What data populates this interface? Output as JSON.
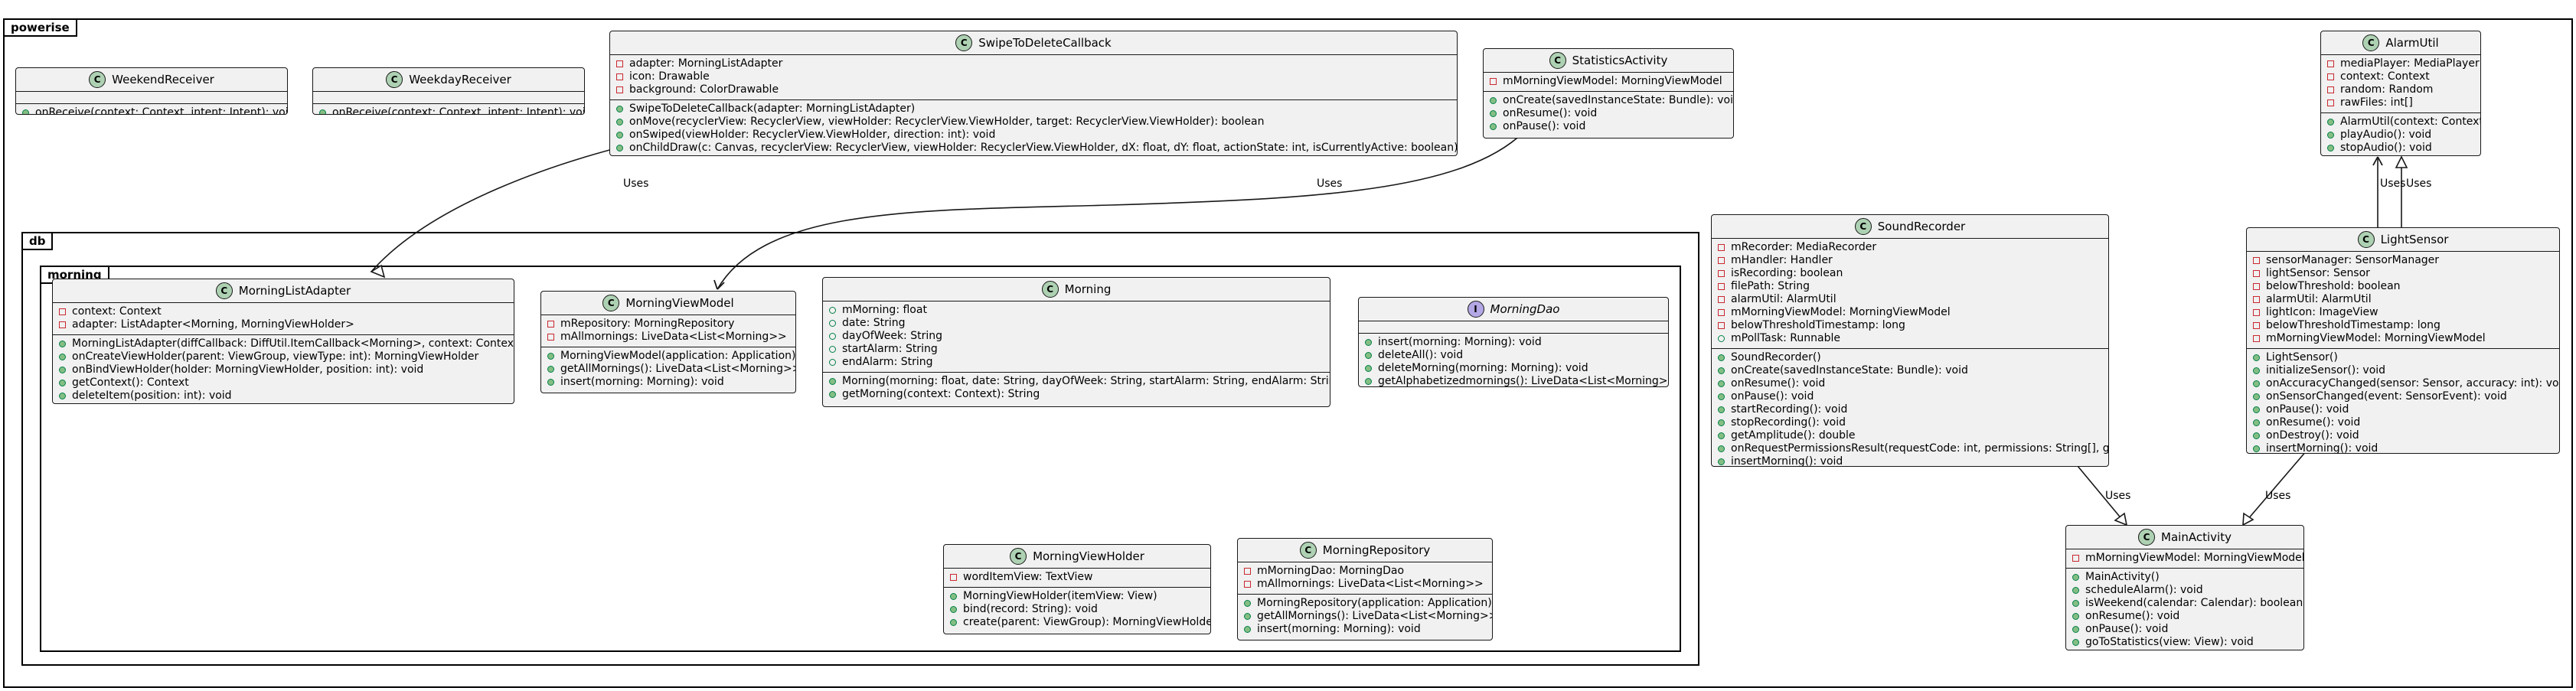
{
  "packages": {
    "root": "powerise",
    "db": "db",
    "morning": "morning"
  },
  "classes": {
    "weekend_receiver": {
      "name": "WeekendReceiver",
      "fields": [],
      "methods": [
        {
          "vis": "public",
          "text": "onReceive(context: Context, intent: Intent): void"
        }
      ]
    },
    "weekday_receiver": {
      "name": "WeekdayReceiver",
      "fields": [],
      "methods": [
        {
          "vis": "public",
          "text": "onReceive(context: Context, intent: Intent): void"
        }
      ]
    },
    "swipe_to_delete": {
      "name": "SwipeToDeleteCallback",
      "fields": [
        {
          "vis": "private",
          "text": "adapter: MorningListAdapter"
        },
        {
          "vis": "private",
          "text": "icon: Drawable"
        },
        {
          "vis": "private",
          "text": "background: ColorDrawable"
        }
      ],
      "methods": [
        {
          "vis": "public",
          "text": "SwipeToDeleteCallback(adapter: MorningListAdapter)"
        },
        {
          "vis": "public",
          "text": "onMove(recyclerView: RecyclerView, viewHolder: RecyclerView.ViewHolder, target: RecyclerView.ViewHolder): boolean"
        },
        {
          "vis": "public",
          "text": "onSwiped(viewHolder: RecyclerView.ViewHolder, direction: int): void"
        },
        {
          "vis": "public",
          "text": "onChildDraw(c: Canvas, recyclerView: RecyclerView, viewHolder: RecyclerView.ViewHolder, dX: float, dY: float, actionState: int, isCurrentlyActive: boolean): void"
        }
      ]
    },
    "statistics_activity": {
      "name": "StatisticsActivity",
      "fields": [
        {
          "vis": "private",
          "text": "mMorningViewModel: MorningViewModel"
        }
      ],
      "methods": [
        {
          "vis": "public",
          "text": "onCreate(savedInstanceState: Bundle): void"
        },
        {
          "vis": "public",
          "text": "onResume(): void"
        },
        {
          "vis": "public",
          "text": "onPause(): void"
        }
      ]
    },
    "alarm_util": {
      "name": "AlarmUtil",
      "fields": [
        {
          "vis": "private",
          "text": "mediaPlayer: MediaPlayer"
        },
        {
          "vis": "private",
          "text": "context: Context"
        },
        {
          "vis": "private",
          "text": "random: Random"
        },
        {
          "vis": "private",
          "text": "rawFiles: int[]"
        }
      ],
      "methods": [
        {
          "vis": "public",
          "text": "AlarmUtil(context: Context)"
        },
        {
          "vis": "public",
          "text": "playAudio(): void"
        },
        {
          "vis": "public",
          "text": "stopAudio(): void"
        }
      ]
    },
    "sound_recorder": {
      "name": "SoundRecorder",
      "fields": [
        {
          "vis": "private",
          "text": "mRecorder: MediaRecorder"
        },
        {
          "vis": "private",
          "text": "mHandler: Handler"
        },
        {
          "vis": "private",
          "text": "isRecording: boolean"
        },
        {
          "vis": "private",
          "text": "filePath: String"
        },
        {
          "vis": "private",
          "text": "alarmUtil: AlarmUtil"
        },
        {
          "vis": "private",
          "text": "mMorningViewModel: MorningViewModel"
        },
        {
          "vis": "private",
          "text": "belowThresholdTimestamp: long"
        },
        {
          "vis": "public",
          "text": "mPollTask: Runnable"
        }
      ],
      "methods": [
        {
          "vis": "public",
          "text": "SoundRecorder()"
        },
        {
          "vis": "public",
          "text": "onCreate(savedInstanceState: Bundle): void"
        },
        {
          "vis": "public",
          "text": "onResume(): void"
        },
        {
          "vis": "public",
          "text": "onPause(): void"
        },
        {
          "vis": "public",
          "text": "startRecording(): void"
        },
        {
          "vis": "public",
          "text": "stopRecording(): void"
        },
        {
          "vis": "public",
          "text": "getAmplitude(): double"
        },
        {
          "vis": "public",
          "text": "onRequestPermissionsResult(requestCode: int, permissions: String[], grantResults: int[]): void"
        },
        {
          "vis": "public",
          "text": "insertMorning(): void"
        }
      ]
    },
    "light_sensor": {
      "name": "LightSensor",
      "fields": [
        {
          "vis": "private",
          "text": "sensorManager: SensorManager"
        },
        {
          "vis": "private",
          "text": "lightSensor: Sensor"
        },
        {
          "vis": "private",
          "text": "belowThreshold: boolean"
        },
        {
          "vis": "private",
          "text": "alarmUtil: AlarmUtil"
        },
        {
          "vis": "private",
          "text": "lightIcon: ImageView"
        },
        {
          "vis": "private",
          "text": "belowThresholdTimestamp: long"
        },
        {
          "vis": "private",
          "text": "mMorningViewModel: MorningViewModel"
        }
      ],
      "methods": [
        {
          "vis": "public",
          "text": "LightSensor()"
        },
        {
          "vis": "public",
          "text": "initializeSensor(): void"
        },
        {
          "vis": "public",
          "text": "onAccuracyChanged(sensor: Sensor, accuracy: int): void"
        },
        {
          "vis": "public",
          "text": "onSensorChanged(event: SensorEvent): void"
        },
        {
          "vis": "public",
          "text": "onPause(): void"
        },
        {
          "vis": "public",
          "text": "onResume(): void"
        },
        {
          "vis": "public",
          "text": "onDestroy(): void"
        },
        {
          "vis": "public",
          "text": "insertMorning(): void"
        }
      ]
    },
    "main_activity": {
      "name": "MainActivity",
      "fields": [
        {
          "vis": "private",
          "text": "mMorningViewModel: MorningViewModel"
        }
      ],
      "methods": [
        {
          "vis": "public",
          "text": "MainActivity()"
        },
        {
          "vis": "public",
          "text": "scheduleAlarm(): void"
        },
        {
          "vis": "public",
          "text": "isWeekend(calendar: Calendar): boolean"
        },
        {
          "vis": "public",
          "text": "onResume(): void"
        },
        {
          "vis": "public",
          "text": "onPause(): void"
        },
        {
          "vis": "public",
          "text": "goToStatistics(view: View): void"
        }
      ]
    },
    "morning_list_adapter": {
      "name": "MorningListAdapter",
      "fields": [
        {
          "vis": "private",
          "text": "context: Context"
        },
        {
          "vis": "private",
          "text": "adapter: ListAdapter<Morning, MorningViewHolder>"
        }
      ],
      "methods": [
        {
          "vis": "public",
          "text": "MorningListAdapter(diffCallback: DiffUtil.ItemCallback<Morning>, context: Context)"
        },
        {
          "vis": "public",
          "text": "onCreateViewHolder(parent: ViewGroup, viewType: int): MorningViewHolder"
        },
        {
          "vis": "public",
          "text": "onBindViewHolder(holder: MorningViewHolder, position: int): void"
        },
        {
          "vis": "public",
          "text": "getContext(): Context"
        },
        {
          "vis": "public",
          "text": "deleteItem(position: int): void"
        }
      ]
    },
    "morning_view_model": {
      "name": "MorningViewModel",
      "fields": [
        {
          "vis": "private",
          "text": "mRepository: MorningRepository"
        },
        {
          "vis": "private",
          "text": "mAllmornings: LiveData<List<Morning>>"
        }
      ],
      "methods": [
        {
          "vis": "public",
          "text": "MorningViewModel(application: Application)"
        },
        {
          "vis": "public",
          "text": "getAllMornings(): LiveData<List<Morning>>"
        },
        {
          "vis": "public",
          "text": "insert(morning: Morning): void"
        }
      ]
    },
    "morning": {
      "name": "Morning",
      "fields": [
        {
          "vis": "public",
          "text": "mMorning: float"
        },
        {
          "vis": "public",
          "text": "date: String"
        },
        {
          "vis": "public",
          "text": "dayOfWeek: String"
        },
        {
          "vis": "public",
          "text": "startAlarm: String"
        },
        {
          "vis": "public",
          "text": "endAlarm: String"
        }
      ],
      "methods": [
        {
          "vis": "public",
          "text": "Morning(morning: float, date: String, dayOfWeek: String, startAlarm: String, endAlarm: String)"
        },
        {
          "vis": "public",
          "text": "getMorning(context: Context): String"
        }
      ]
    },
    "morning_dao": {
      "name": "MorningDao",
      "interface": true,
      "fields": [],
      "methods": [
        {
          "vis": "public",
          "text": "insert(morning: Morning): void"
        },
        {
          "vis": "public",
          "text": "deleteAll(): void"
        },
        {
          "vis": "public",
          "text": "deleteMorning(morning: Morning): void"
        },
        {
          "vis": "public",
          "text": "getAlphabetizedmornings(): LiveData<List<Morning>>"
        }
      ]
    },
    "morning_view_holder": {
      "name": "MorningViewHolder",
      "fields": [
        {
          "vis": "private",
          "text": "wordItemView: TextView"
        }
      ],
      "methods": [
        {
          "vis": "public",
          "text": "MorningViewHolder(itemView: View)"
        },
        {
          "vis": "public",
          "text": "bind(record: String): void"
        },
        {
          "vis": "public",
          "text": "create(parent: ViewGroup): MorningViewHolder"
        }
      ]
    },
    "morning_repository": {
      "name": "MorningRepository",
      "fields": [
        {
          "vis": "private",
          "text": "mMorningDao: MorningDao"
        },
        {
          "vis": "private",
          "text": "mAllmornings: LiveData<List<Morning>>"
        }
      ],
      "methods": [
        {
          "vis": "public",
          "text": "MorningRepository(application: Application)"
        },
        {
          "vis": "public",
          "text": "getAllMornings(): LiveData<List<Morning>>"
        },
        {
          "vis": "public",
          "text": "insert(morning: Morning): void"
        }
      ]
    }
  },
  "relations": [
    {
      "id": "swipe-uses-adapter",
      "label": "Uses"
    },
    {
      "id": "stats-uses-viewmodel",
      "label": "Uses"
    },
    {
      "id": "light-uses-alarm-1",
      "label": "Uses"
    },
    {
      "id": "light-uses-alarm-2",
      "label": "Uses"
    },
    {
      "id": "sound-uses-main",
      "label": "Uses"
    },
    {
      "id": "light-uses-main",
      "label": "Uses"
    }
  ],
  "colors": {
    "class_fill": "#f1f1f1",
    "class_circle": "#add1b2",
    "interface_circle": "#b4a7e5",
    "private_marker": "#c82930",
    "public_marker": "#038048",
    "line": "#181818"
  }
}
